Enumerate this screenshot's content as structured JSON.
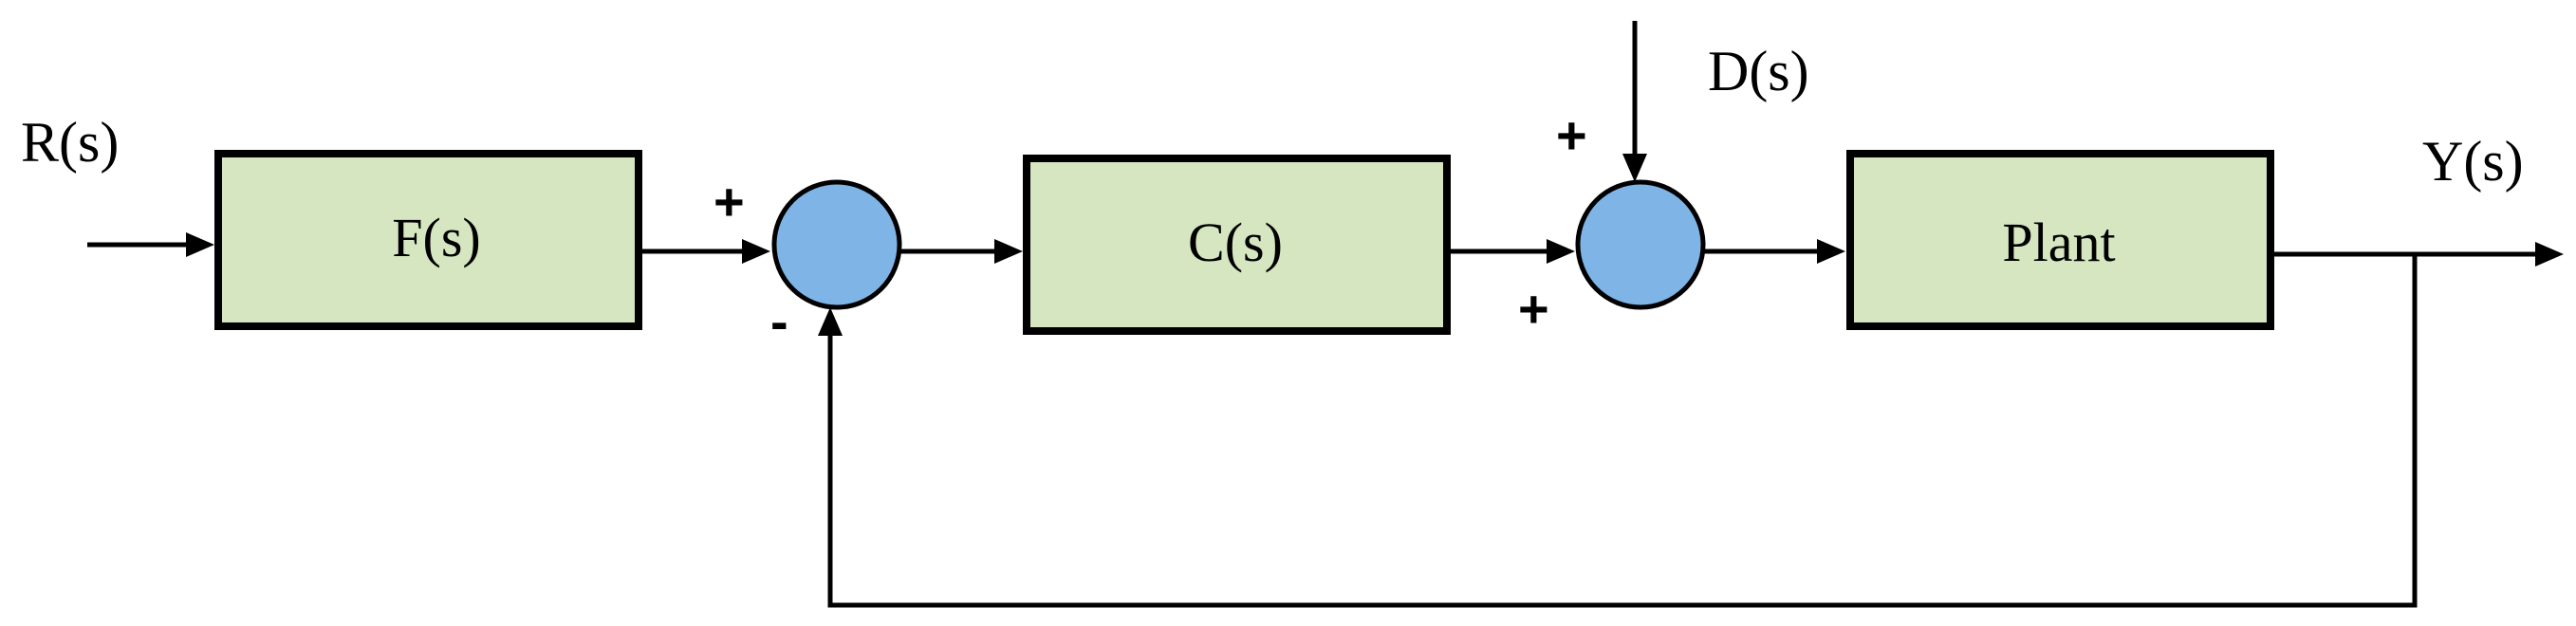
{
  "blocks": {
    "prefilter": "F(s)",
    "controller": "C(s)",
    "plant": "Plant"
  },
  "signals": {
    "reference": "R(s)",
    "disturbance": "D(s)",
    "output": "Y(s)"
  },
  "signs": {
    "sum1_input": "+",
    "sum1_feedback": "-",
    "sum2_disturbance": "+",
    "sum2_control": "+"
  },
  "colors": {
    "block_fill": "#d5e6c0",
    "junction_fill": "#7eb4e6",
    "line": "#000000"
  }
}
